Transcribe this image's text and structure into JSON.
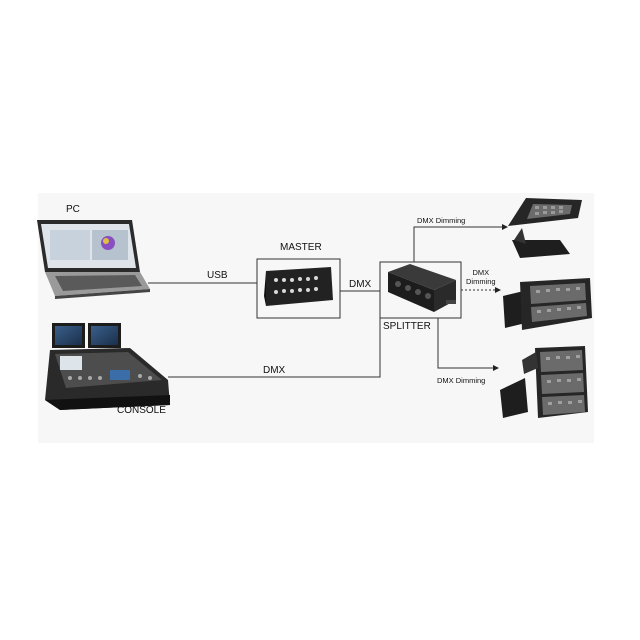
{
  "diagram": {
    "devices": {
      "pc": "PC",
      "console": "CONSOLE",
      "master": "MASTER",
      "splitter": "SPLITTER"
    },
    "connections": {
      "usb": "USB",
      "dmx_master_splitter": "DMX",
      "dmx_console_splitter": "DMX"
    },
    "outputs": [
      {
        "line1": "DMX Dimming",
        "line2": ""
      },
      {
        "line1": "DMX",
        "line2": "Dimming"
      },
      {
        "line1": "DMX Dimming",
        "line2": ""
      }
    ]
  }
}
